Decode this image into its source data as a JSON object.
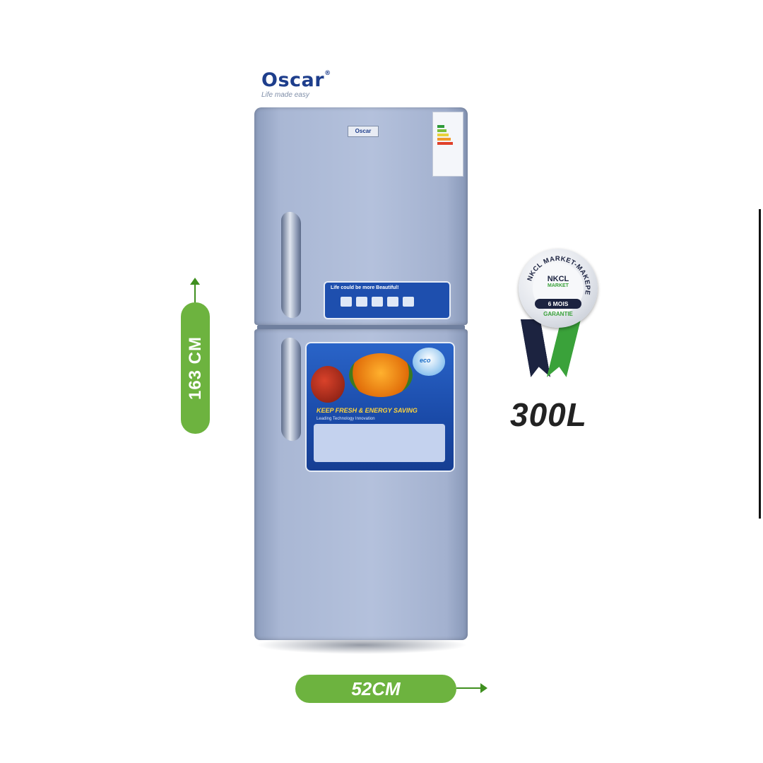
{
  "brand": {
    "name": "Oscar",
    "registered": "®",
    "tagline": "Life made easy"
  },
  "fridge": {
    "door_logo": "Oscar",
    "strip_text": "Life could be more Beautiful!",
    "sticker_title": "KEEP FRESH & ENERGY SAVING",
    "sticker_subtitle": "Leading Technology Innovation",
    "eco_label": "eco"
  },
  "dimensions": {
    "height": "163 CM",
    "width": "52CM"
  },
  "warranty_badge": {
    "ring_text": "NKCL MARKET-MAKEPE",
    "logo_main": "NKCL",
    "logo_sub": "MARKET",
    "duration": "6 MOIS",
    "label": "GARANTIE"
  },
  "capacity": "300L",
  "colors": {
    "accent_green": "#6db33f",
    "badge_navy": "#1c2340",
    "fridge_silver_blue": "#a9b7d4"
  }
}
